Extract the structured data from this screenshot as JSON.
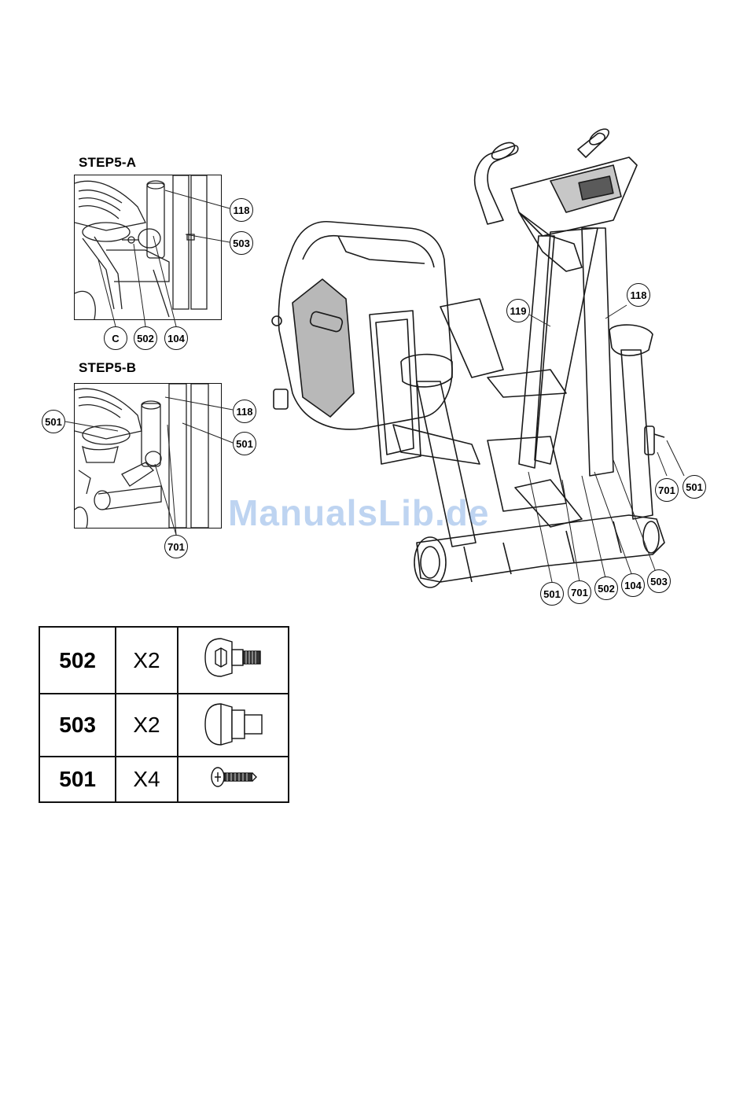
{
  "step_a": {
    "title": "STEP5-A",
    "callouts": [
      "118",
      "503",
      "C",
      "502",
      "104"
    ]
  },
  "step_b": {
    "title": "STEP5-B",
    "callouts": [
      "501",
      "118",
      "501",
      "701"
    ]
  },
  "main_view": {
    "callouts": [
      "119",
      "118",
      "701",
      "501",
      "501",
      "701",
      "502",
      "104",
      "503"
    ]
  },
  "watermark": "ManualsLib.de",
  "parts": [
    {
      "code": "502",
      "qty": "X2",
      "icon": "flat-hex-socket-bolt-icon"
    },
    {
      "code": "503",
      "qty": "X2",
      "icon": "bushing-bolt-icon"
    },
    {
      "code": "501",
      "qty": "X4",
      "icon": "phillips-screw-icon"
    }
  ]
}
